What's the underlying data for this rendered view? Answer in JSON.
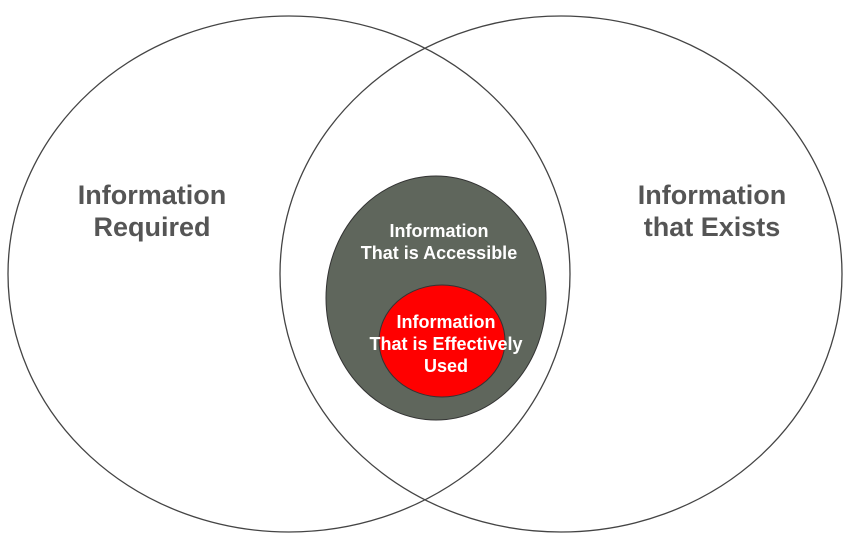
{
  "diagram": {
    "left_circle": {
      "line1": "Information",
      "line2": "Required"
    },
    "right_circle": {
      "line1": "Information",
      "line2": "that Exists"
    },
    "accessible_ellipse": {
      "line1": "Information",
      "line2": "That is Accessible"
    },
    "used_circle": {
      "line1": "Information",
      "line2": "That is Effectively",
      "line3": "Used"
    },
    "colors": {
      "outline": "#444444",
      "accessible_fill": "#5f665c",
      "used_fill": "#ff0000",
      "big_label": "#555555",
      "inner_label": "#ffffff"
    }
  }
}
